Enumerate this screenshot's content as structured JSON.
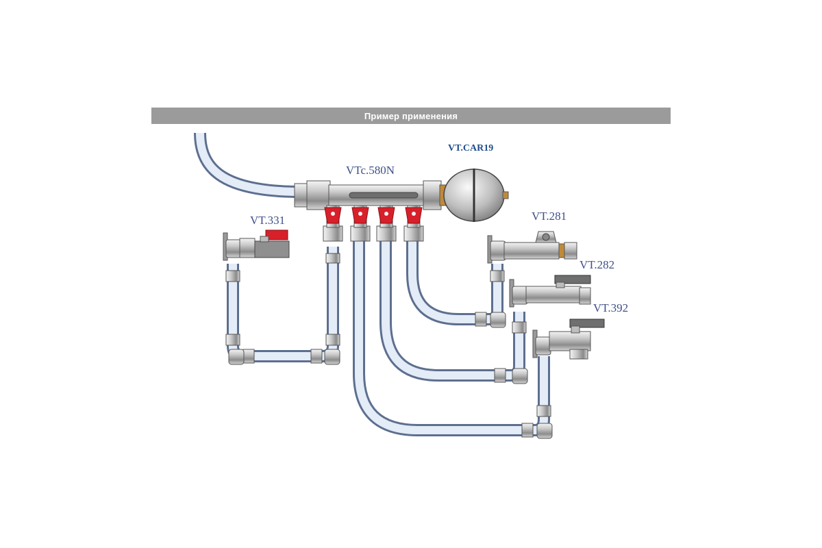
{
  "header": {
    "title": "Пример применения"
  },
  "labels": {
    "manifold": "VTc.580N",
    "expansion_tank": "VT.CAR19",
    "ball_valve": "VT.331",
    "valve_281": "VT.281",
    "valve_282": "VT.282",
    "valve_392": "VT.392"
  },
  "colors": {
    "banner": "#9b9b9b",
    "pipe_fill": "#dfe9f5",
    "pipe_stroke": "#5d6f8f",
    "valve_handle": "#d8202a",
    "label_text": "#3f4f8a",
    "label_bold": "#1f4e8c"
  }
}
